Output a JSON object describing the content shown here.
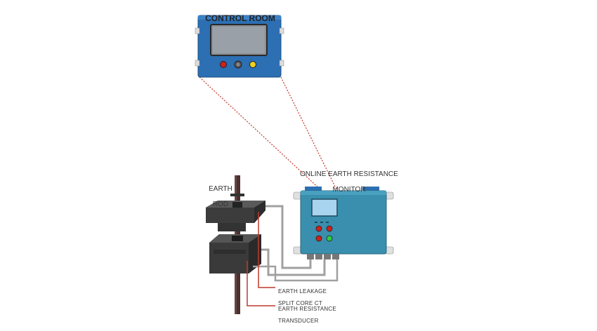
{
  "labels": {
    "control_room": "CONTROL ROOM",
    "monitor_line1": "ONLINE EARTH RESISTANCE",
    "monitor_line2": "MONITOR",
    "earth_rod_line1": "EARTH",
    "earth_rod_line2": "ROD",
    "leakage_ct_line1": "EARTH LEAKAGE",
    "leakage_ct_line2": "SPLIT CORE CT",
    "transducer_line1": "EARTH RESISTANCE",
    "transducer_line2": "TRANSDUCER"
  },
  "colors": {
    "panel_blue": "#2c6fb3",
    "monitor_teal": "#3a8fae",
    "screen_gray": "#8a8f96",
    "lcd_blue": "#a8d4ef",
    "ct_dark": "#3c3c3c",
    "rod_dark": "#4a3030",
    "cable_gray": "#a0a0a0",
    "signal_red": "#c0392b",
    "led_red": "#d0201a",
    "led_yellow": "#f0d020",
    "led_green": "#2ecc40"
  },
  "icons": {
    "control_panel": "control-panel-icon",
    "monitor_box": "monitor-box-icon",
    "split_core_ct": "split-core-ct-icon",
    "transducer": "transducer-icon",
    "earth_rod": "earth-rod-icon"
  }
}
